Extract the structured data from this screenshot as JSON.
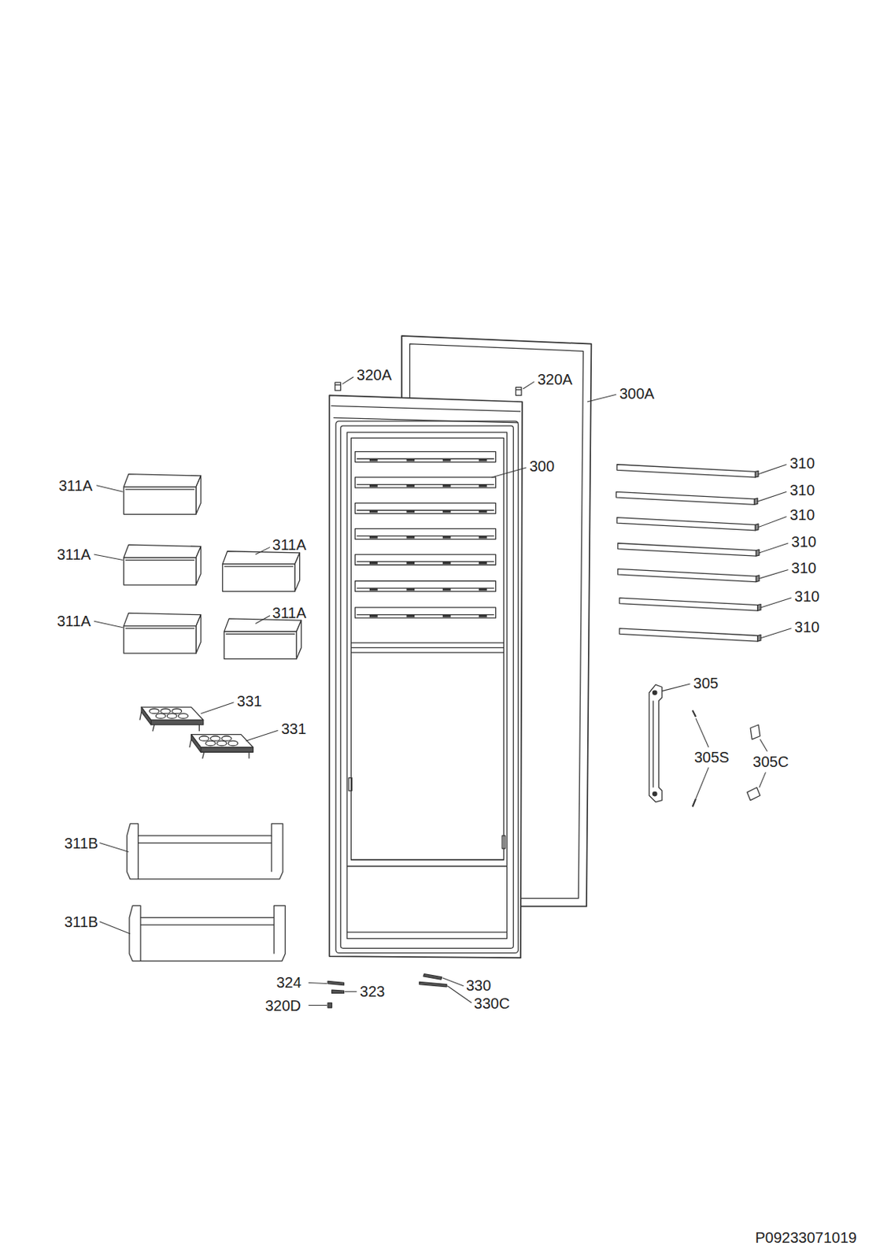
{
  "diagram": {
    "labels": [
      "320A",
      "320A",
      "300A",
      "310",
      "300",
      "311A",
      "310",
      "310",
      "310",
      "311A",
      "311A",
      "310",
      "310",
      "311A",
      "311A",
      "310",
      "305",
      "331",
      "331",
      "305S",
      "305C",
      "311B",
      "311B",
      "324",
      "330",
      "323",
      "330C",
      "320D",
      "P09233071019"
    ]
  }
}
